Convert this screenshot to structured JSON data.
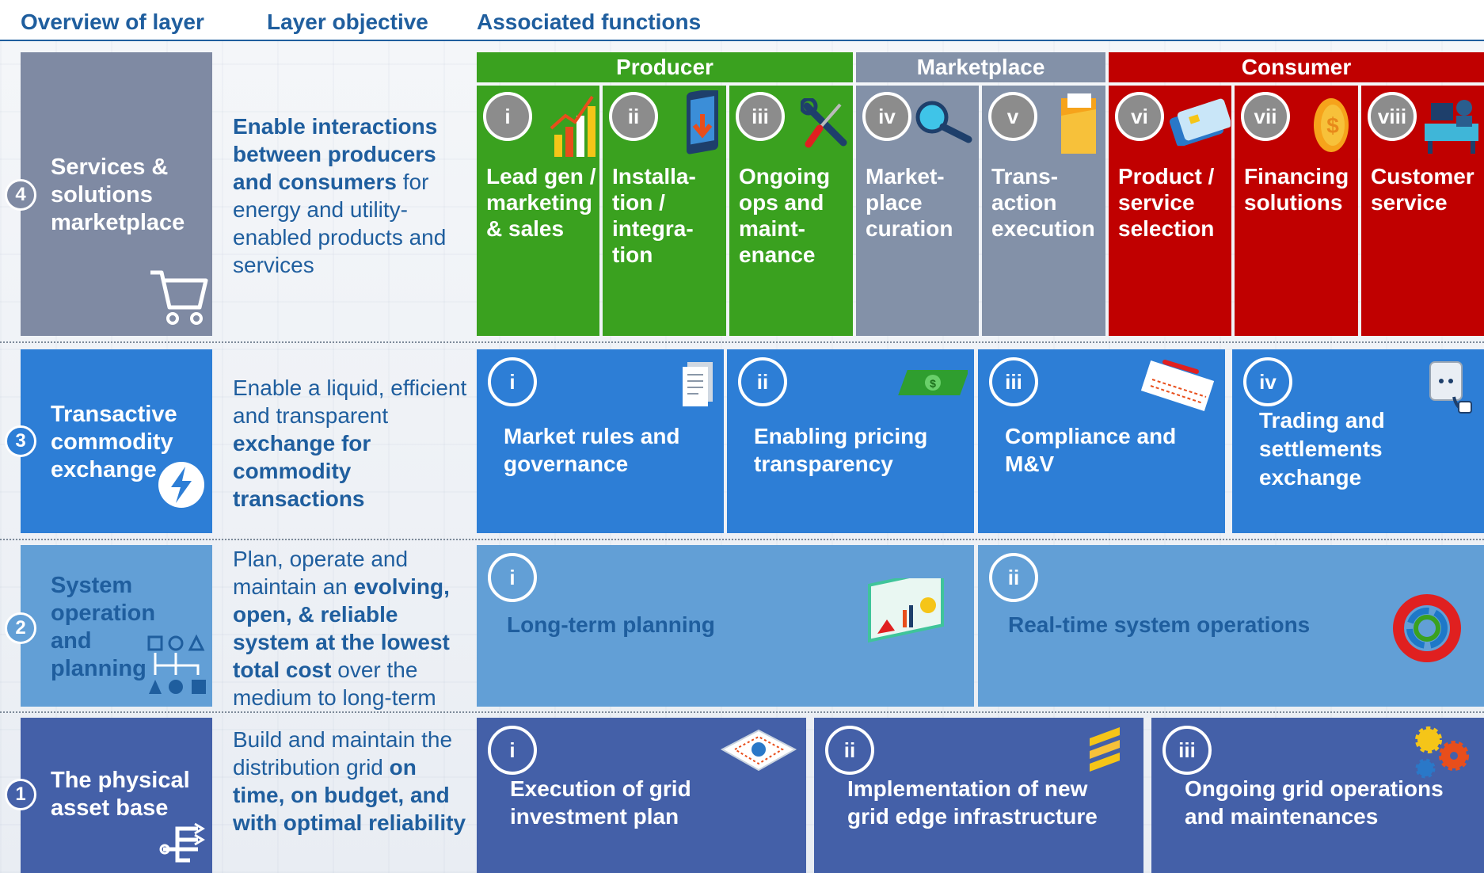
{
  "headers": {
    "overview": "Overview of layer",
    "objective": "Layer objective",
    "functions": "Associated functions"
  },
  "colors": {
    "heading_blue": "#1f5e9e",
    "layer4_label": "#7f8aa3",
    "producer_green": "#3aa11f",
    "marketplace_gray": "#8391a8",
    "consumer_red": "#c00000",
    "layer3_blue": "#2d7ed6",
    "layer2_blue": "#629fd6",
    "layer1_navy": "#4460a8"
  },
  "layers": {
    "l4": {
      "number": "4",
      "label": "Services & solutions marketplace",
      "label_icon": "shopping-cart-icon",
      "objective": [
        {
          "text": "Enable interactions between producers and consumers",
          "bold": true
        },
        {
          "text": " for energy and utility-enabled products and services",
          "bold": false
        }
      ],
      "groups": {
        "producer": "Producer",
        "marketplace": "Marketplace",
        "consumer": "Consumer"
      },
      "functions": [
        {
          "num": "i",
          "label": "Lead gen / marketing & sales",
          "icon": "growth-chart-icon"
        },
        {
          "num": "ii",
          "label": "Installa-tion / integra-tion",
          "icon": "tablet-download-icon"
        },
        {
          "num": "iii",
          "label": "Ongoing ops and maint-enance",
          "icon": "wrench-screwdriver-icon"
        },
        {
          "num": "iv",
          "label": "Market-place curation",
          "icon": "magnifying-glass-icon"
        },
        {
          "num": "v",
          "label": "Trans-action execution",
          "icon": "folder-icon"
        },
        {
          "num": "vi",
          "label": "Product / service selection",
          "icon": "credit-card-icon"
        },
        {
          "num": "vii",
          "label": "Financing solutions",
          "icon": "coin-icon"
        },
        {
          "num": "viii",
          "label": "Customer service",
          "icon": "call-center-desk-icon"
        }
      ]
    },
    "l3": {
      "number": "3",
      "label": "Transactive commodity exchange",
      "label_icon": "binary-lightning-icon",
      "objective": [
        {
          "text": "Enable a liquid, efficient and transparent ",
          "bold": false
        },
        {
          "text": "exchange for commodity transactions",
          "bold": true
        }
      ],
      "functions": [
        {
          "num": "i",
          "label": "Market rules and governance",
          "icon": "document-icon"
        },
        {
          "num": "ii",
          "label": "Enabling pricing transparency",
          "icon": "banknote-icon"
        },
        {
          "num": "iii",
          "label": "Compliance and M&V",
          "icon": "notepad-pencil-icon"
        },
        {
          "num": "iv",
          "label": "Trading and settlements exchange",
          "icon": "power-outlet-icon"
        }
      ]
    },
    "l2": {
      "number": "2",
      "label": "System operation and planning",
      "label_icon": "shapes-flow-icon",
      "objective": [
        {
          "text": "Plan, operate and maintain an ",
          "bold": false
        },
        {
          "text": "evolving, open, & reliable system at the lowest total cost",
          "bold": true
        },
        {
          "text": " over the medium to long-term",
          "bold": false
        }
      ],
      "functions": [
        {
          "num": "i",
          "label": "Long-term planning",
          "icon": "dashboard-charts-icon"
        },
        {
          "num": "ii",
          "label": "Real-time system operations",
          "icon": "circular-arrows-icon"
        }
      ]
    },
    "l1": {
      "number": "1",
      "label": "The physical asset base",
      "label_icon": "network-branch-icon",
      "objective": [
        {
          "text": "Build and maintain the distribution grid ",
          "bold": false
        },
        {
          "text": "on time, on budget, and with optimal reliability",
          "bold": true
        }
      ],
      "functions": [
        {
          "num": "i",
          "label": "Execution of grid investment plan",
          "icon": "blueprint-gear-icon"
        },
        {
          "num": "ii",
          "label": "Implementation of new grid edge infrastructure",
          "icon": "stacked-bars-icon"
        },
        {
          "num": "iii",
          "label": "Ongoing grid operations and maintenances",
          "icon": "gears-icon"
        }
      ]
    }
  }
}
